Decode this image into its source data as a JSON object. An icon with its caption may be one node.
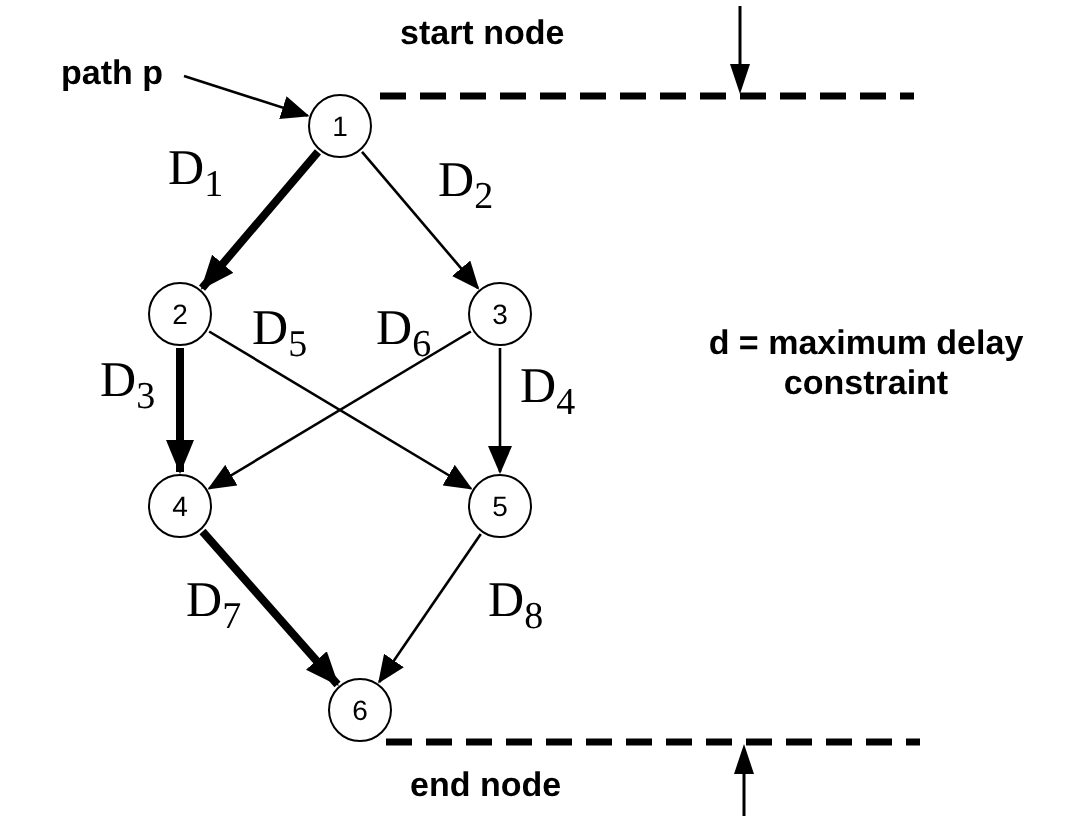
{
  "diagram": {
    "nodes": [
      {
        "text": [
          "path p"
        ]
      },
      {
        "text": [
          "1"
        ]
      },
      {
        "text": [
          "2"
        ]
      },
      {
        "text": [
          "3"
        ]
      },
      {
        "text": [
          "4"
        ]
      },
      {
        "text": [
          "5"
        ]
      },
      {
        "text": [
          "6"
        ]
      }
    ],
    "edges": [
      {
        "from": 0,
        "to": 1,
        "arrow": "to"
      },
      {
        "from": 1,
        "to": 2,
        "arrow": "to",
        "label": "D$_{1}$",
        "style": "thick"
      },
      {
        "from": 1,
        "to": 3,
        "arrow": "to",
        "label": "D$_{2}$"
      },
      {
        "from": 2,
        "to": 4,
        "arrow": "to",
        "label": "D$_{3}$",
        "style": "thick"
      },
      {
        "from": 2,
        "to": 5,
        "arrow": "to",
        "label": "D$_{5}$"
      },
      {
        "from": 3,
        "to": 4,
        "arrow": "to",
        "label": "D$_{6}$"
      },
      {
        "from": 3,
        "to": 5,
        "arrow": "to",
        "label": "D$_{4}$"
      },
      {
        "from": 4,
        "to": 6,
        "arrow": "to",
        "label": "D$_{7}$",
        "style": "thick"
      },
      {
        "from": 5,
        "to": 6,
        "arrow": "to",
        "label": "D$_{8}$"
      }
    ],
    "labels": [
      "start node",
      "d = maximum delay constraint",
      "end node"
    ]
  }
}
